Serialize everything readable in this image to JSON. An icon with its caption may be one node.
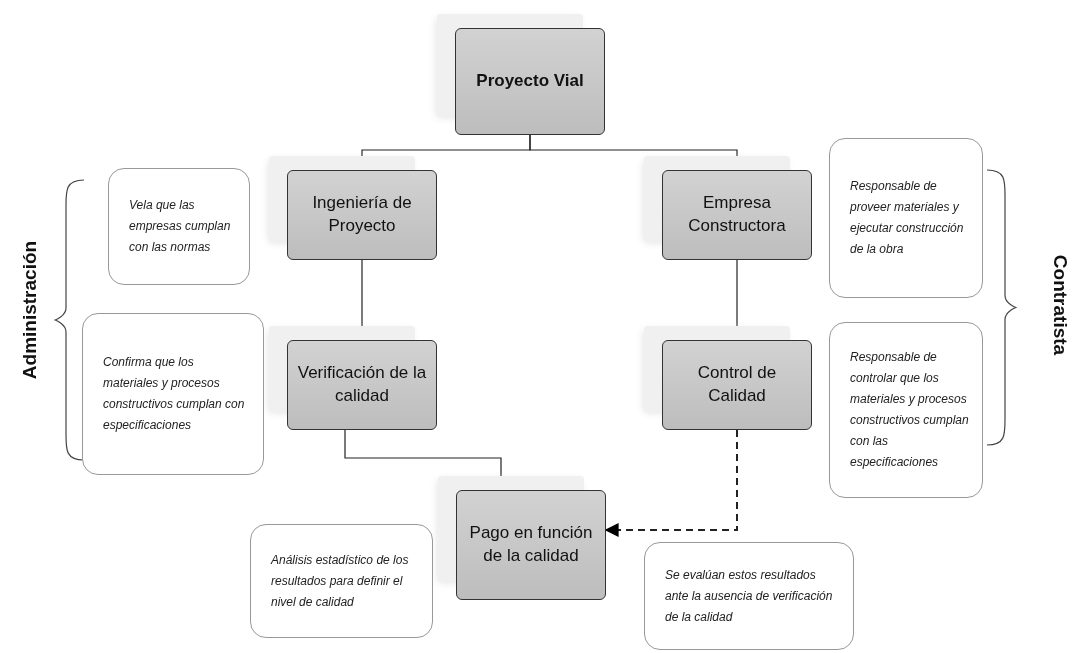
{
  "diagram": {
    "nodes": [
      {
        "text": [
          "Proyecto Vial"
        ]
      },
      {
        "text": [
          "Ingeniería de Proyecto"
        ]
      },
      {
        "text": [
          "Empresa Constructora"
        ]
      },
      {
        "text": [
          "Verificación de la calidad"
        ]
      },
      {
        "text": [
          "Control de Calidad"
        ]
      },
      {
        "text": [
          "Pago en función de la calidad"
        ]
      },
      {
        "text": [
          "Vela que las empresas cumplan con las normas"
        ]
      },
      {
        "text": [
          "Confirma que los materiales y procesos constructivos cumplan con especificaciones"
        ]
      },
      {
        "text": [
          "Responsable de proveer materiales y ejecutar construcción de la obra"
        ]
      },
      {
        "text": [
          "Responsable de controlar que los materiales y procesos constructivos cumplan con las especificaciones"
        ]
      },
      {
        "text": [
          "Análisis estadístico de los resultados para definir el nivel de calidad"
        ]
      },
      {
        "text": [
          "Se evalúan estos resultados ante la ausencia de verificación de la calidad"
        ]
      }
    ],
    "edges": [
      {
        "from": 0,
        "to": 1,
        "arrow": "none"
      },
      {
        "from": 0,
        "to": 2,
        "arrow": "none"
      },
      {
        "from": 1,
        "to": 3,
        "arrow": "none"
      },
      {
        "from": 2,
        "to": 4,
        "arrow": "none"
      },
      {
        "from": 3,
        "to": 5,
        "arrow": "none"
      },
      {
        "from": 4,
        "to": 5,
        "arrow": "to",
        "style": "dashed"
      }
    ],
    "labels": [
      "Administración",
      "Contratista"
    ]
  }
}
